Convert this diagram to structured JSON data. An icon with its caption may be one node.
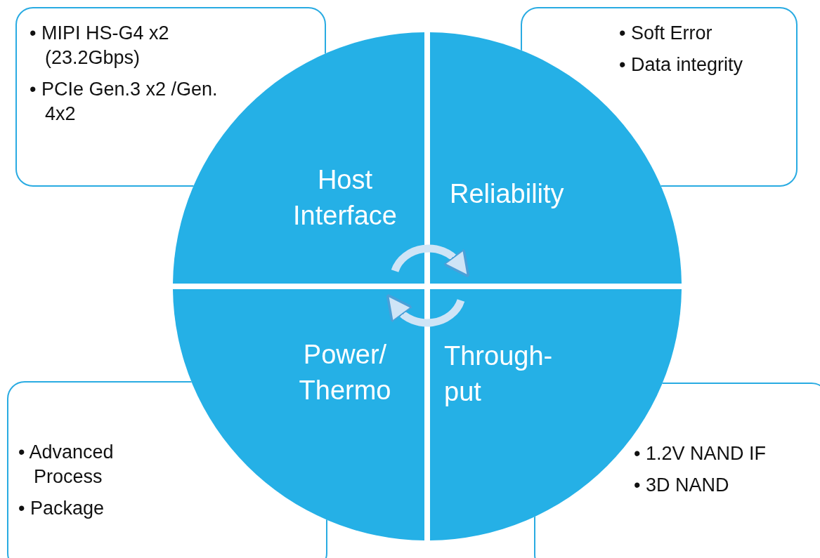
{
  "diagram": {
    "nodes": [
      {
        "text": [
          "• MIPI HS-G4 x2 (23.2Gbps)",
          "• PCIe Gen.3 x2 /Gen. 4x2"
        ]
      },
      {
        "text": [
          "• Soft Error",
          "• Data integrity"
        ]
      },
      {
        "text": [
          "Host Interface"
        ]
      },
      {
        "text": [
          "Reliability"
        ]
      },
      {
        "text": [
          "Power/ Thermo"
        ]
      },
      {
        "text": [
          "Through- put"
        ]
      },
      {
        "text": [
          "• Advanced Process",
          "• Package"
        ]
      },
      {
        "text": [
          "• 1.2V NAND IF",
          "• 3D NAND"
        ]
      }
    ],
    "edges": [
      {
        "from": 2,
        "to": 3,
        "arrow": "to"
      },
      {
        "from": 5,
        "to": 4,
        "arrow": "to"
      }
    ]
  }
}
